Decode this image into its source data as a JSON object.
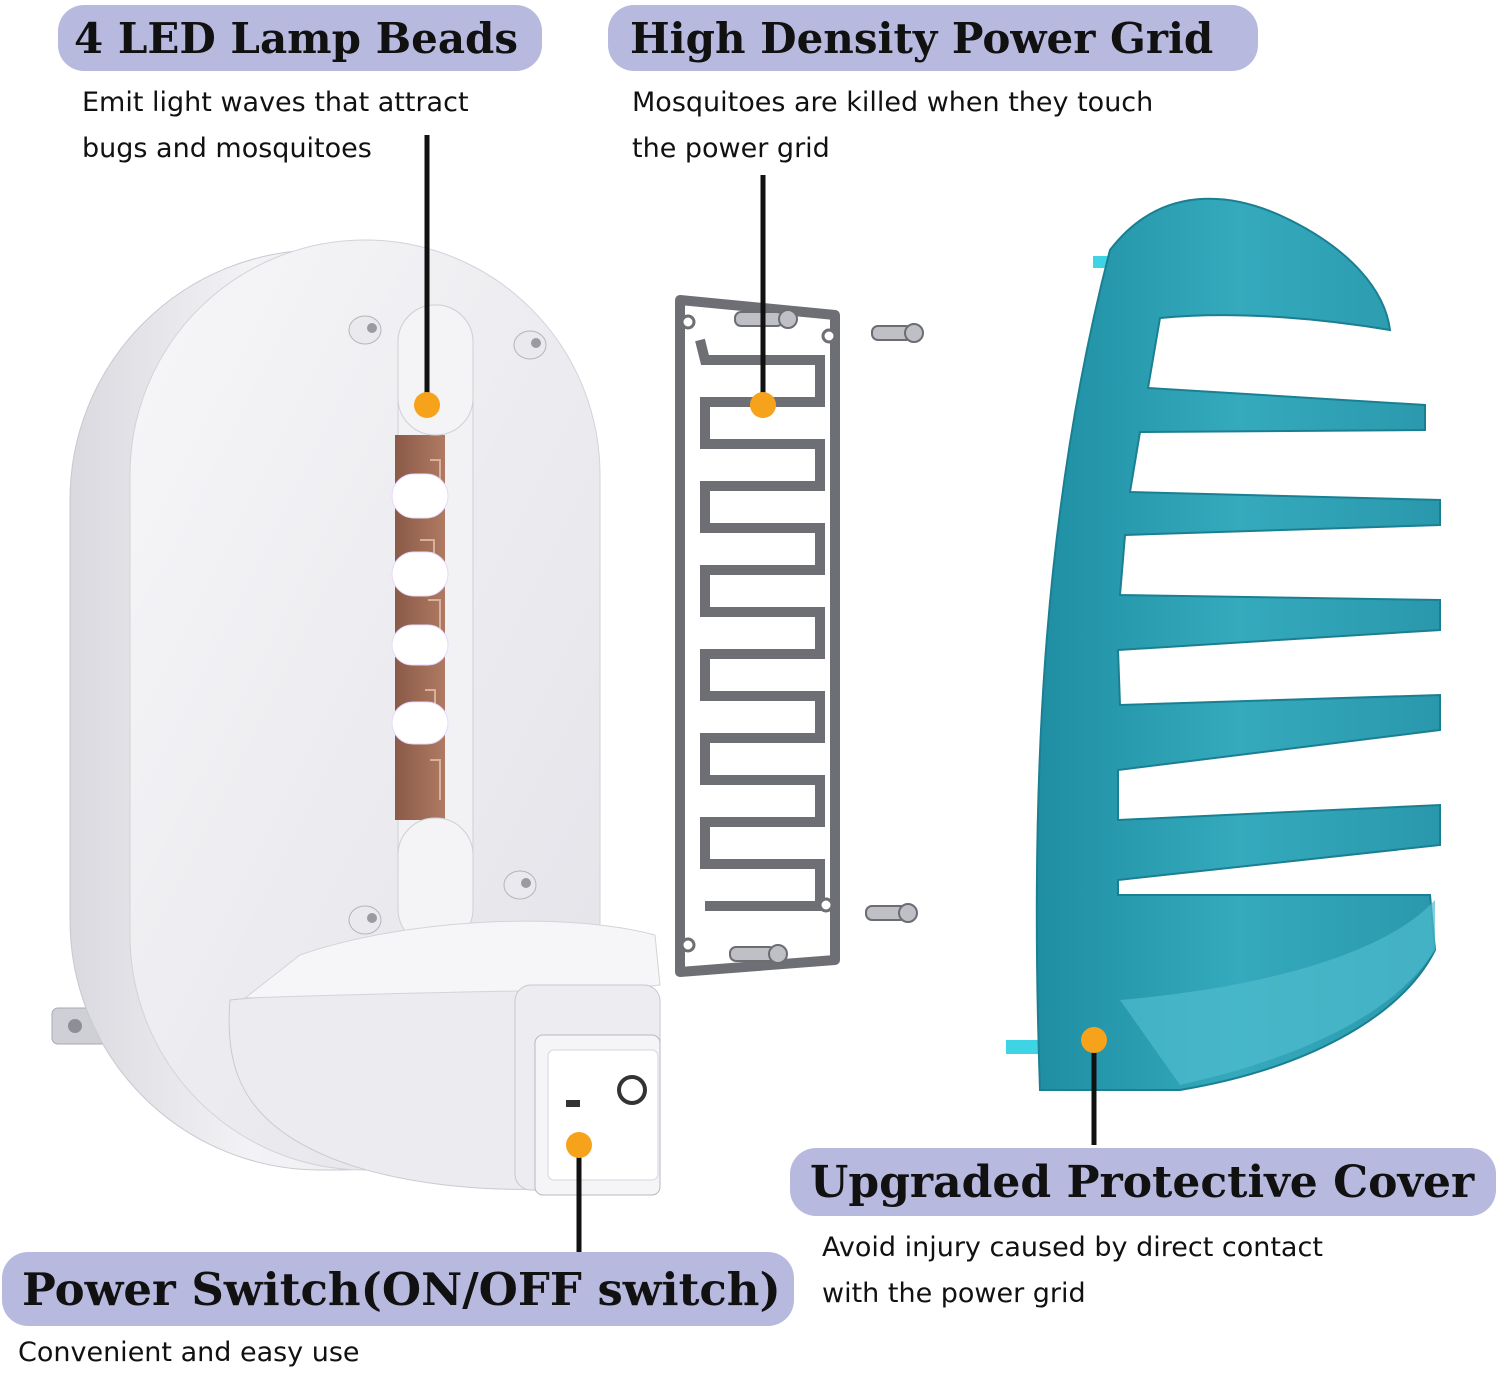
{
  "callouts": {
    "led": {
      "title": "4 LED Lamp Beads",
      "lines": [
        "Emit light waves that attract",
        "bugs and mosquitoes"
      ]
    },
    "grid": {
      "title": "High Density Power Grid",
      "lines": [
        "Mosquitoes are killed when they touch",
        "the power grid"
      ]
    },
    "cover": {
      "title": "Upgraded Protective Cover",
      "lines": [
        "Avoid injury caused by direct contact",
        "with the power grid"
      ]
    },
    "switch": {
      "title": "Power Switch(ON/OFF switch)",
      "lines": [
        "Convenient and easy use"
      ]
    }
  },
  "colors": {
    "pill": "#b8b9df",
    "marker": "#f7a21b",
    "cover": "#2a9db2",
    "grid": "#6e6f74",
    "body": "#eeeef2"
  },
  "switch_symbols": {
    "on": "|",
    "off": "O"
  }
}
